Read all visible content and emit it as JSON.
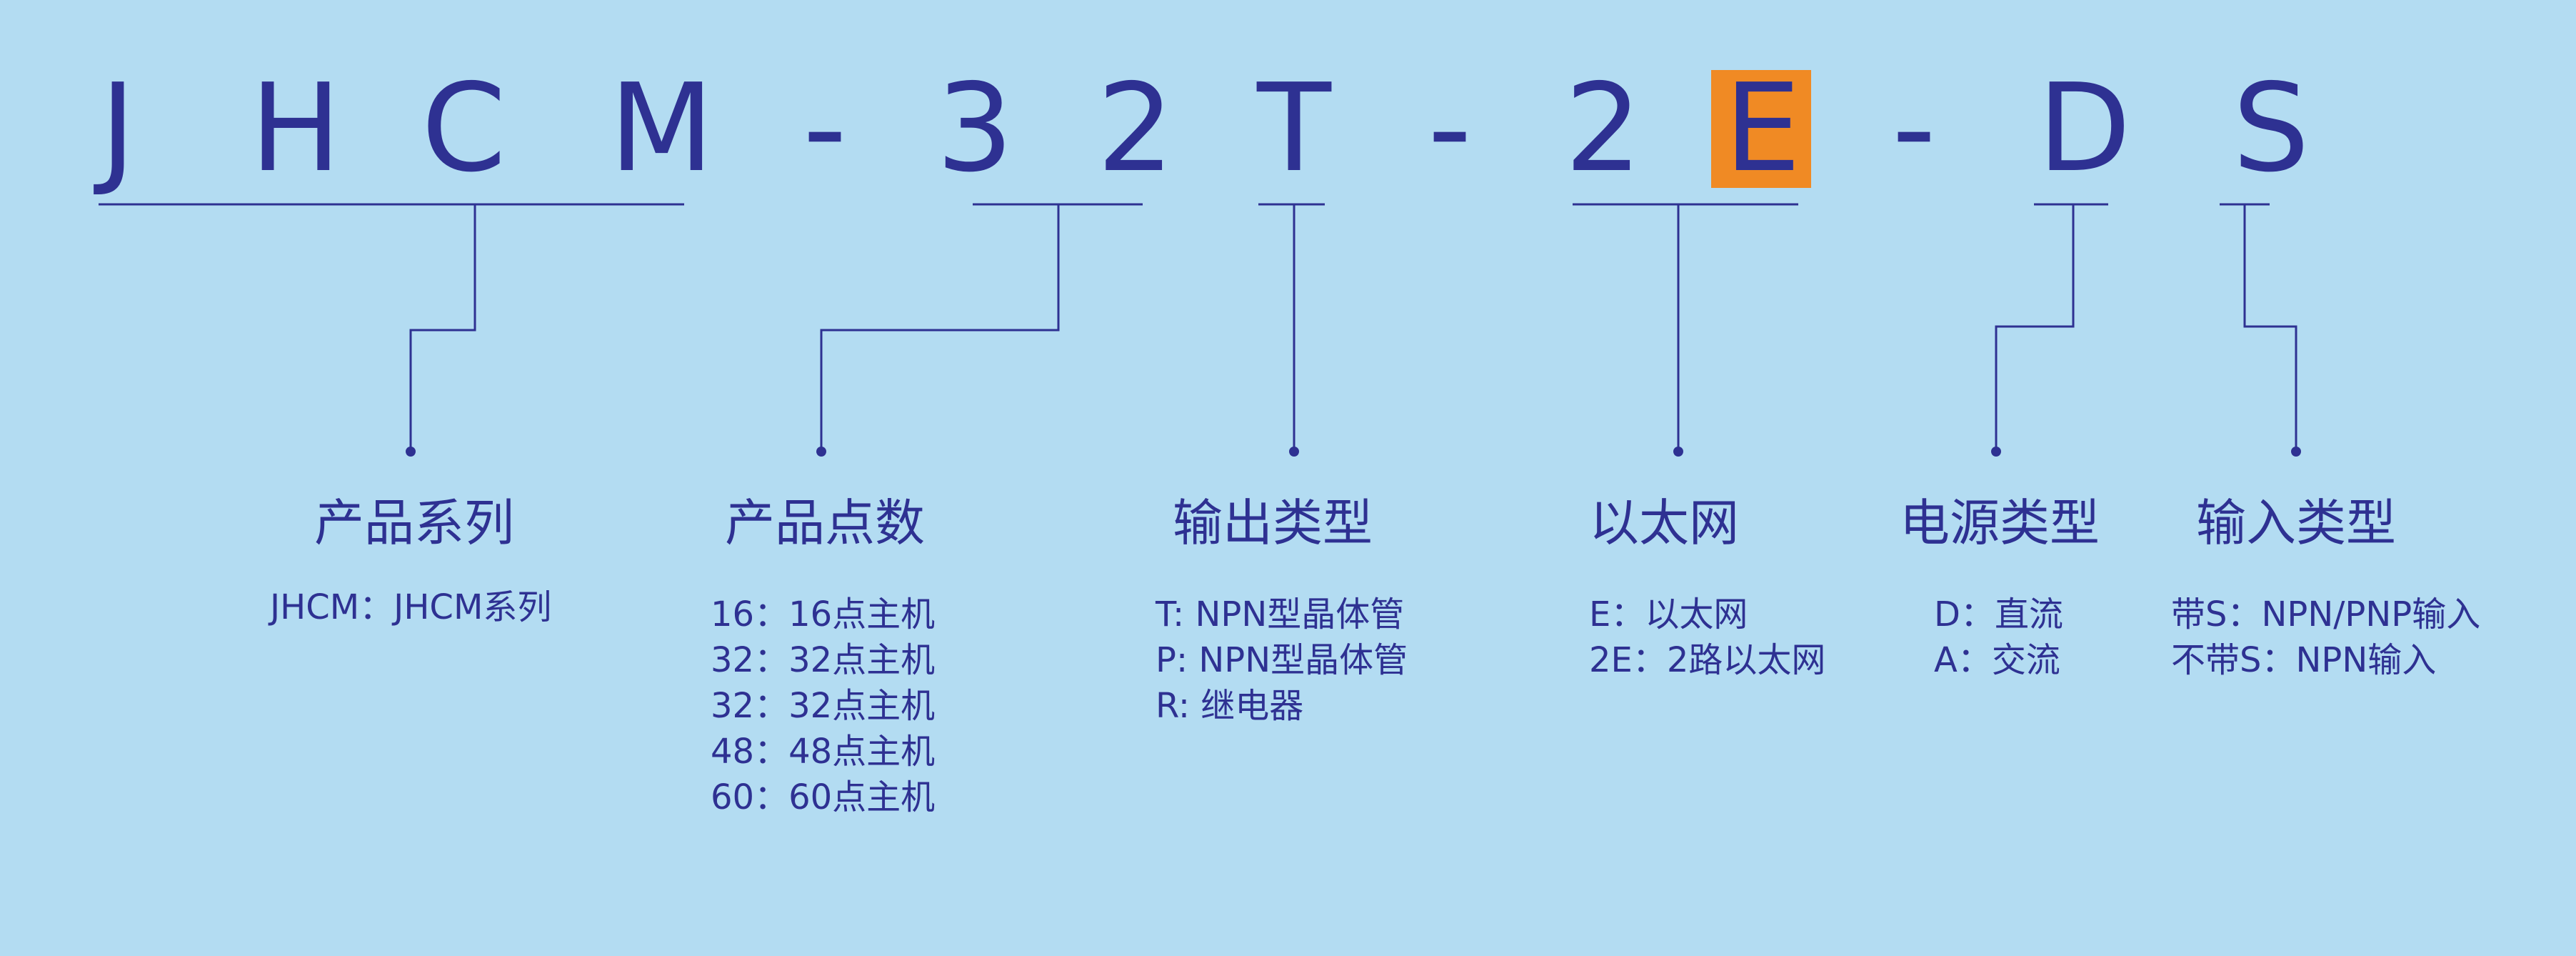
{
  "code": {
    "chars": [
      "J",
      "H",
      "C",
      "M",
      "-",
      "3",
      "2",
      "T",
      "-",
      "2",
      "E",
      "-",
      "D",
      "S"
    ],
    "highlight_color": "#f08a24"
  },
  "colors": {
    "background": "#b3dcf2",
    "text": "#2e3192",
    "highlight": "#f08a24"
  },
  "categories": [
    {
      "title": "产品系列",
      "items": [
        "JHCM：JHCM系列"
      ]
    },
    {
      "title": "产品点数",
      "items": [
        "16：16点主机",
        "32：32点主机",
        "32：32点主机",
        "48：48点主机",
        "60：60点主机"
      ]
    },
    {
      "title": "输出类型",
      "items": [
        "T:    NPN型晶体管",
        "P:    NPN型晶体管",
        "R:    继电器"
      ]
    },
    {
      "title": "以太网",
      "items": [
        "E：以太网",
        "2E：2路以太网"
      ]
    },
    {
      "title": "电源类型",
      "items": [
        "D：直流",
        "A：交流"
      ]
    },
    {
      "title": "输入类型",
      "items": [
        "带S：NPN/PNP输入",
        "不带S：NPN输入"
      ]
    }
  ]
}
